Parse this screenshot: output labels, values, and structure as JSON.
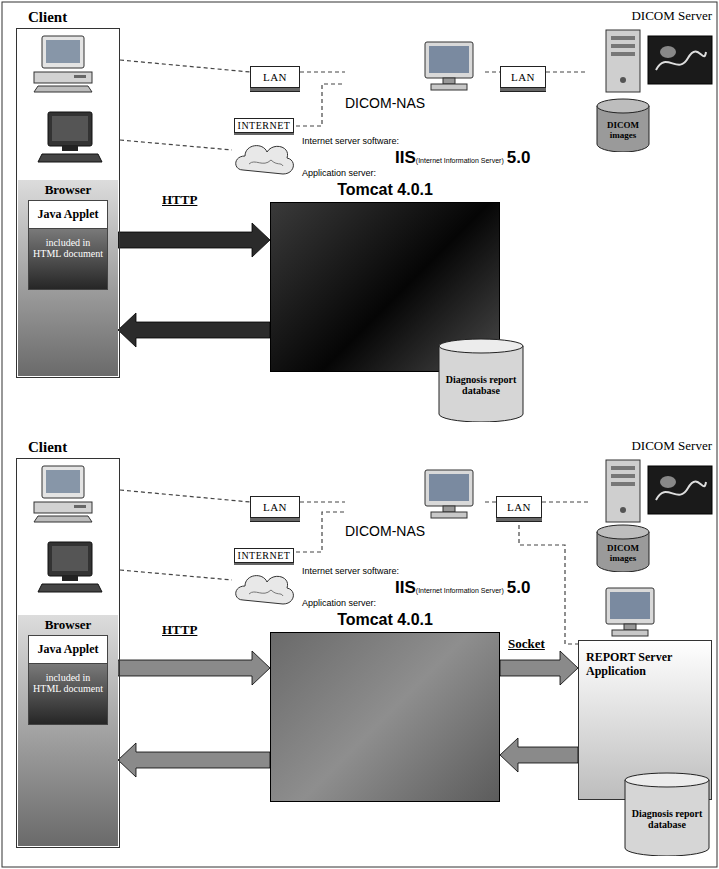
{
  "diagram": {
    "nodes": [
      {
        "text": [
          "Client"
        ]
      },
      {
        "text": [
          "Browser"
        ],
        "in": 0
      },
      {
        "text": [
          "Java Applet",
          "included in HTML document"
        ],
        "in": 1
      },
      {
        "text": [
          "LAN"
        ]
      },
      {
        "text": [
          "INTERNET"
        ]
      },
      {
        "text": [
          "DICOM-NAS"
        ]
      },
      {
        "text": [
          "LAN"
        ]
      },
      {
        "text": [
          "DICOM Server"
        ]
      },
      {
        "text": [
          "DICOM images"
        ],
        "in": 7
      },
      {
        "text": [
          "Tomcat 4.0.1"
        ]
      },
      {
        "text": [
          "Diagnosis report database"
        ]
      },
      {
        "text": [
          "Client"
        ]
      },
      {
        "text": [
          "Browser"
        ],
        "in": 11
      },
      {
        "text": [
          "Java Applet",
          "included in HTML document"
        ],
        "in": 12
      },
      {
        "text": [
          "LAN"
        ]
      },
      {
        "text": [
          "INTERNET"
        ]
      },
      {
        "text": [
          "DICOM-NAS"
        ]
      },
      {
        "text": [
          "LAN"
        ]
      },
      {
        "text": [
          "DICOM Server"
        ]
      },
      {
        "text": [
          "DICOM images"
        ],
        "in": 18
      },
      {
        "text": [
          "Tomcat 4.0.1"
        ]
      },
      {
        "text": [
          "REPORT Server Application"
        ]
      },
      {
        "text": [
          "Diagnosis report database"
        ],
        "in": 21
      }
    ],
    "edges": [
      {
        "from": 0,
        "to": 3,
        "arrow": "none"
      },
      {
        "from": 3,
        "to": 5,
        "arrow": "none"
      },
      {
        "from": 0,
        "to": 4,
        "arrow": "none"
      },
      {
        "from": 4,
        "to": 5,
        "arrow": "none"
      },
      {
        "from": 5,
        "to": 6,
        "arrow": "none"
      },
      {
        "from": 6,
        "to": 7,
        "arrow": "none"
      },
      {
        "from": 1,
        "to": 9,
        "label": "HTTP",
        "arrow": "to"
      },
      {
        "from": 9,
        "to": 1,
        "arrow": "to"
      },
      {
        "from": 9,
        "to": 10,
        "arrow": "to"
      },
      {
        "from": 11,
        "to": 14,
        "arrow": "none"
      },
      {
        "from": 14,
        "to": 16,
        "arrow": "none"
      },
      {
        "from": 11,
        "to": 15,
        "arrow": "none"
      },
      {
        "from": 15,
        "to": 16,
        "arrow": "none"
      },
      {
        "from": 16,
        "to": 17,
        "arrow": "none"
      },
      {
        "from": 17,
        "to": 18,
        "arrow": "none"
      },
      {
        "from": 17,
        "to": 21,
        "arrow": "none"
      },
      {
        "from": 12,
        "to": 20,
        "label": "HTTP",
        "arrow": "to"
      },
      {
        "from": 20,
        "to": 12,
        "arrow": "to"
      },
      {
        "from": 20,
        "to": 21,
        "label": "Socket",
        "arrow": "to"
      },
      {
        "from": 21,
        "to": 20,
        "arrow": "to"
      },
      {
        "from": 21,
        "to": 22,
        "arrow": "both"
      }
    ],
    "labels": [
      "Internet server software:",
      "IIS",
      "(Internet Information Server)",
      "5.0",
      "Application server:",
      "Internet server software:",
      "IIS",
      "(Internet Information Server)",
      "5.0",
      "Application server:"
    ]
  }
}
